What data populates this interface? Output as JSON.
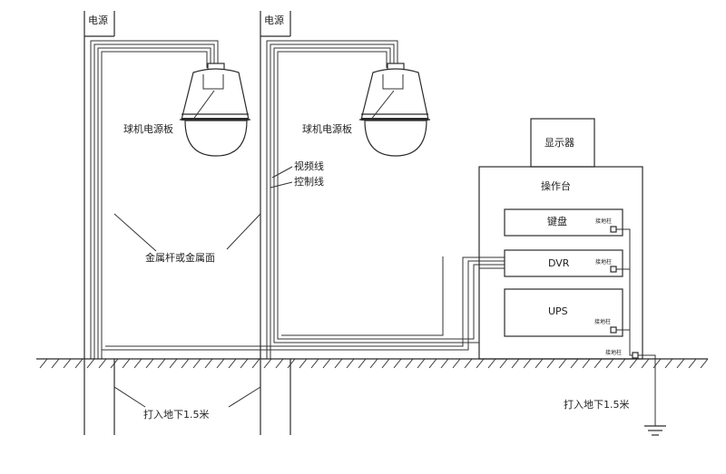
{
  "labels": {
    "power_left": "电源",
    "power_right": "电源",
    "camera_board_left": "球机电源板",
    "camera_board_right": "球机电源板",
    "video_line": "视频线",
    "control_line": "控制线",
    "metal_pole": "金属杆或金属面",
    "ground_depth_left": "打入地下1.5米",
    "ground_depth_right": "打入地下1.5米",
    "monitor": "显示器",
    "console": "操作台",
    "keyboard": "键盘",
    "dvr": "DVR",
    "ups": "UPS",
    "ground_post_keyboard": "接地柱",
    "ground_post_dvr": "接地柱",
    "ground_post_ups": "接地柱",
    "ground_post_main": "接地柱"
  }
}
